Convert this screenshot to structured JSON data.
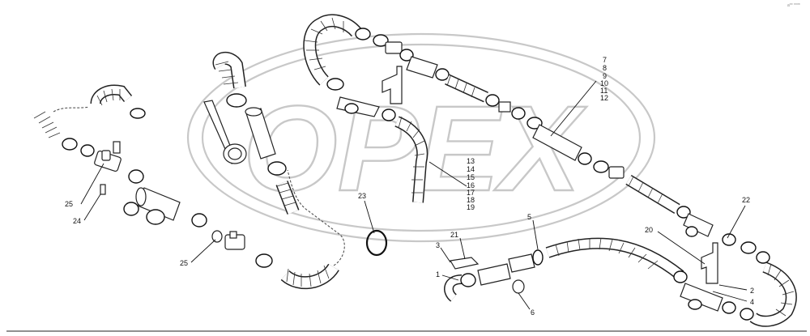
{
  "watermark": {
    "text": "OPEX",
    "color": "#c8c8c8"
  },
  "corner_code": "a** ****",
  "callouts": [
    {
      "id": "c7",
      "label": "7"
    },
    {
      "id": "c8",
      "label": "8"
    },
    {
      "id": "c9",
      "label": "9"
    },
    {
      "id": "c10",
      "label": "10"
    },
    {
      "id": "c11",
      "label": "11"
    },
    {
      "id": "c12",
      "label": "12"
    },
    {
      "id": "c13",
      "label": "13"
    },
    {
      "id": "c14",
      "label": "14"
    },
    {
      "id": "c15",
      "label": "15"
    },
    {
      "id": "c16",
      "label": "16"
    },
    {
      "id": "c17",
      "label": "17"
    },
    {
      "id": "c18",
      "label": "18"
    },
    {
      "id": "c19",
      "label": "19"
    },
    {
      "id": "c23",
      "label": "23"
    },
    {
      "id": "c25a",
      "label": "25"
    },
    {
      "id": "c24",
      "label": "24"
    },
    {
      "id": "c25b",
      "label": "25"
    },
    {
      "id": "c5",
      "label": "5"
    },
    {
      "id": "c3",
      "label": "3"
    },
    {
      "id": "c21",
      "label": "21"
    },
    {
      "id": "c1",
      "label": "1"
    },
    {
      "id": "c6",
      "label": "6"
    },
    {
      "id": "c20",
      "label": "20"
    },
    {
      "id": "c22",
      "label": "22"
    },
    {
      "id": "c2",
      "label": "2"
    },
    {
      "id": "c4",
      "label": "4"
    }
  ]
}
